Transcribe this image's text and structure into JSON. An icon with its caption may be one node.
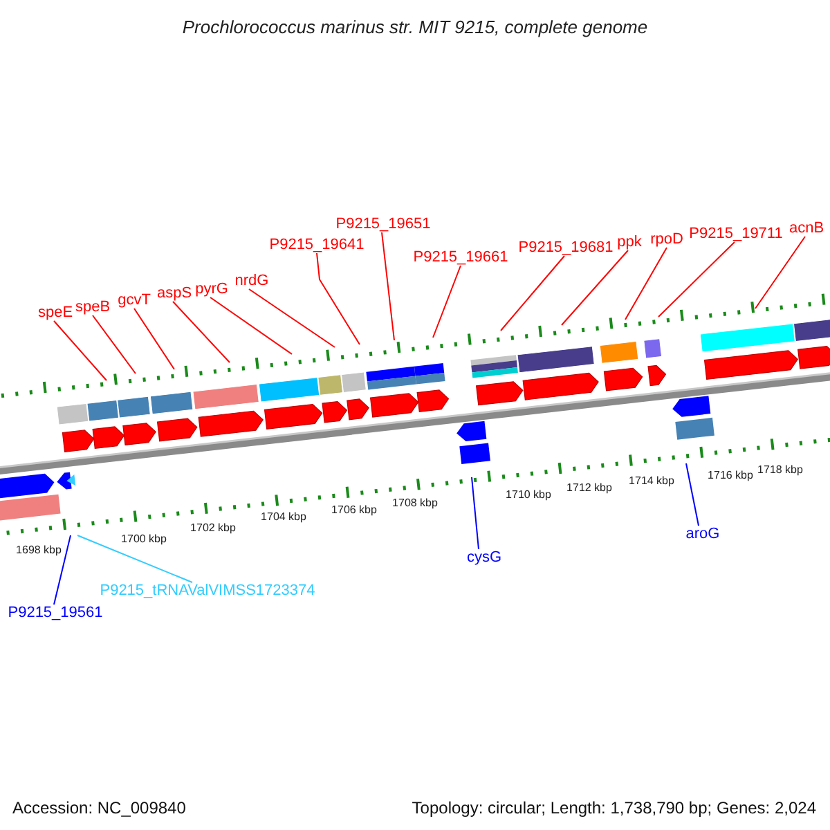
{
  "diagram": {
    "title": "Prochlorococcus marinus str. MIT 9215, complete genome",
    "nodes": [
      {
        "text": [
          "speE"
        ]
      },
      {
        "text": [
          "speB"
        ]
      },
      {
        "text": [
          "gcvT"
        ]
      },
      {
        "text": [
          "aspS"
        ]
      },
      {
        "text": [
          "pyrG"
        ]
      },
      {
        "text": [
          "nrdG"
        ]
      },
      {
        "text": [
          "P9215_19641"
        ]
      },
      {
        "text": [
          "P9215_19651"
        ]
      },
      {
        "text": [
          "P9215_19661"
        ]
      },
      {
        "text": [
          "P9215_19681"
        ]
      },
      {
        "text": [
          "ppk"
        ]
      },
      {
        "text": [
          "rpoD"
        ]
      },
      {
        "text": [
          "P9215_19711"
        ]
      },
      {
        "text": [
          "acnB"
        ]
      },
      {
        "text": [
          "P9215_19561"
        ]
      },
      {
        "text": [
          "P9215_tRNAValVIMSS1723374"
        ]
      },
      {
        "text": [
          "cysG"
        ]
      },
      {
        "text": [
          "aroG"
        ]
      }
    ],
    "edges": [
      {
        "from": 0,
        "to": null,
        "arrow": "none"
      },
      {
        "from": 1,
        "to": null,
        "arrow": "none"
      },
      {
        "from": 2,
        "to": null,
        "arrow": "none"
      },
      {
        "from": 3,
        "to": null,
        "arrow": "none"
      },
      {
        "from": 4,
        "to": null,
        "arrow": "none"
      },
      {
        "from": 5,
        "to": null,
        "arrow": "none"
      },
      {
        "from": 6,
        "to": null,
        "arrow": "none"
      },
      {
        "from": 7,
        "to": null,
        "arrow": "none"
      },
      {
        "from": 8,
        "to": null,
        "arrow": "none"
      },
      {
        "from": 9,
        "to": null,
        "arrow": "none"
      },
      {
        "from": 10,
        "to": null,
        "arrow": "none"
      },
      {
        "from": 11,
        "to": null,
        "arrow": "none"
      },
      {
        "from": 12,
        "to": null,
        "arrow": "none"
      },
      {
        "from": 13,
        "to": null,
        "arrow": "none"
      },
      {
        "from": 14,
        "to": null,
        "arrow": "none",
        "color": "#0000ff"
      },
      {
        "from": 15,
        "to": null,
        "arrow": "none",
        "color": "#33ccff"
      },
      {
        "from": 16,
        "to": null,
        "arrow": "none",
        "color": "#0000ff"
      },
      {
        "from": 17,
        "to": null,
        "arrow": "none",
        "color": "#0000ff"
      }
    ],
    "labels": [
      "1698 kbp",
      "1700 kbp",
      "1702 kbp",
      "1704 kbp",
      "1706 kbp",
      "1708 kbp",
      "1710 kbp",
      "1712 kbp",
      "1714 kbp",
      "1716 kbp",
      "1718 kbp",
      "Accession: NC_009840",
      "Topology: circular; Length: 1,738,790 bp; Genes: 2,024"
    ]
  }
}
